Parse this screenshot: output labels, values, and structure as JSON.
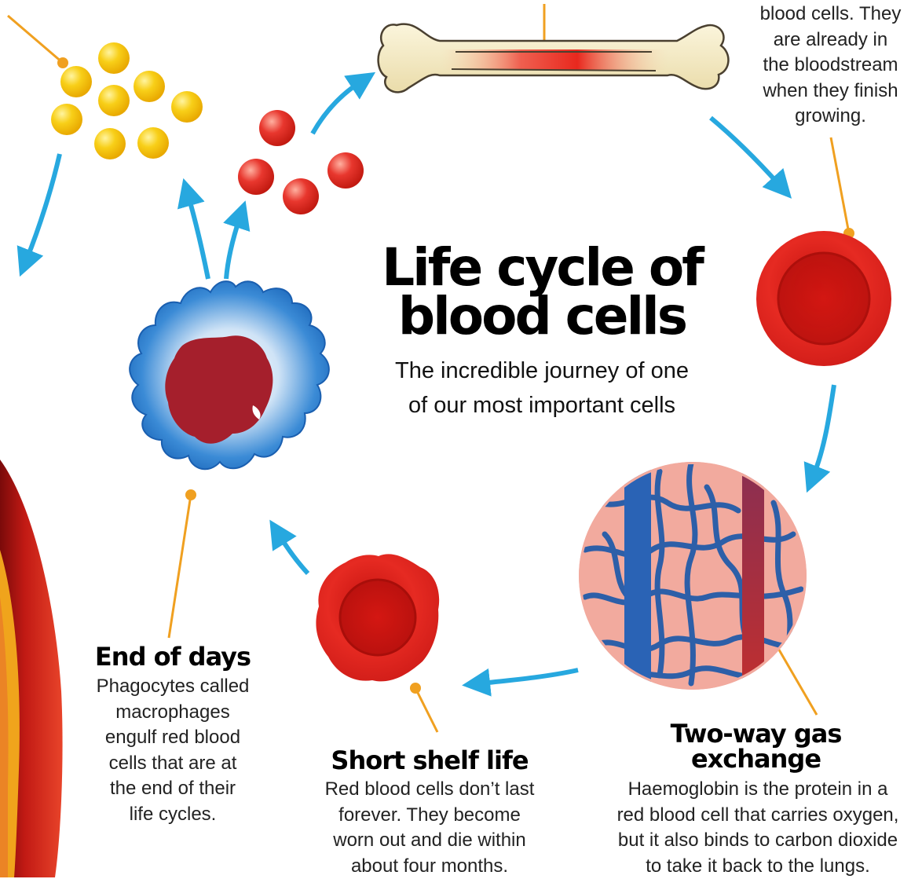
{
  "title_lines": [
    "Life cycle of",
    "blood cells"
  ],
  "subtitle_lines": [
    "The incredible journey of one",
    "of our most important cells"
  ],
  "captions": {
    "top_right": {
      "lines": [
        "blood cells. They",
        "are already in",
        "the bloodstream",
        "when they finish",
        "growing."
      ]
    },
    "end_of_days": {
      "heading": "End of days",
      "lines": [
        "Phagocytes called",
        "macrophages",
        "engulf red blood",
        "cells that are at",
        "the end of their",
        "life cycles."
      ]
    },
    "short_shelf_life": {
      "heading": "Short shelf life",
      "lines": [
        "Red blood cells don’t last",
        "forever. They become",
        "worn out and die within",
        "about four months."
      ]
    },
    "gas_exchange": {
      "heading_lines": [
        "Two-way gas",
        "exchange"
      ],
      "lines": [
        "Haemoglobin is the protein in a",
        "red blood cell that carries oxygen,",
        "but it also binds to carbon dioxide",
        "to take it back to the lungs."
      ]
    }
  },
  "colors": {
    "arrow": "#27a8df",
    "leader": "#f0a020",
    "red_cell": "#d8201c",
    "yellow_dot": "#f7c60c",
    "macrophage": "#2a77c8",
    "bone": "#f5ebc6"
  }
}
